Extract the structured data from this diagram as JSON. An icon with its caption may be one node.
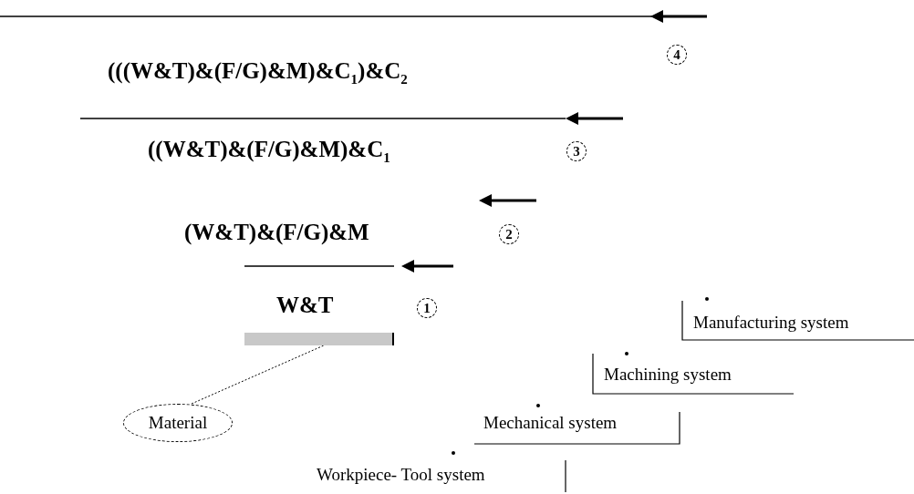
{
  "diagram": {
    "nodes": [
      {
        "text": [],
        "shape": "bar"
      },
      {
        "text": [
          "Material"
        ]
      }
    ],
    "edges": [
      {
        "from": 1,
        "to": 0,
        "arrow": "none",
        "style": "dashed"
      }
    ],
    "labels": [
      "4",
      "(((W&T)&(F/G)&M)&C$_{1}$)&C$_{2}$",
      "3",
      "((W&T)&(F/G)&M)&C$_{1}$",
      "2",
      "(W&T)&(F/G)&M",
      "1",
      "W&T",
      "Manufacturing system",
      "Machining system",
      "Mechanical system",
      "Workpiece- Tool system"
    ]
  }
}
